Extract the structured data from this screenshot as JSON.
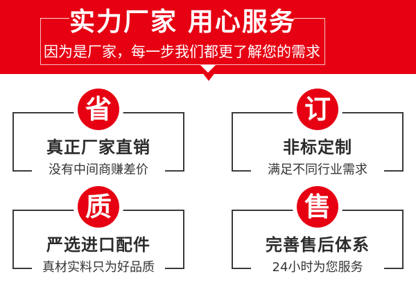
{
  "header": {
    "title": "实力厂家  用心服务",
    "subtitle": "因为是厂家，每一步我们都更了解您的需求",
    "background_color": "#e60012"
  },
  "cards": [
    {
      "badge": "省",
      "title": "真正厂家直销",
      "subtitle": "没有中间商赚差价"
    },
    {
      "badge": "订",
      "title": "非标定制",
      "subtitle": "满足不同行业需求"
    },
    {
      "badge": "质",
      "title": "严选进口配件",
      "subtitle": "真材实料只为好品质"
    },
    {
      "badge": "售",
      "title": "完善售后体系",
      "subtitle": "24小时为您服务"
    }
  ],
  "colors": {
    "accent": "#e60012",
    "frame": "#3a3a3a",
    "text": "#2b2b2b"
  }
}
